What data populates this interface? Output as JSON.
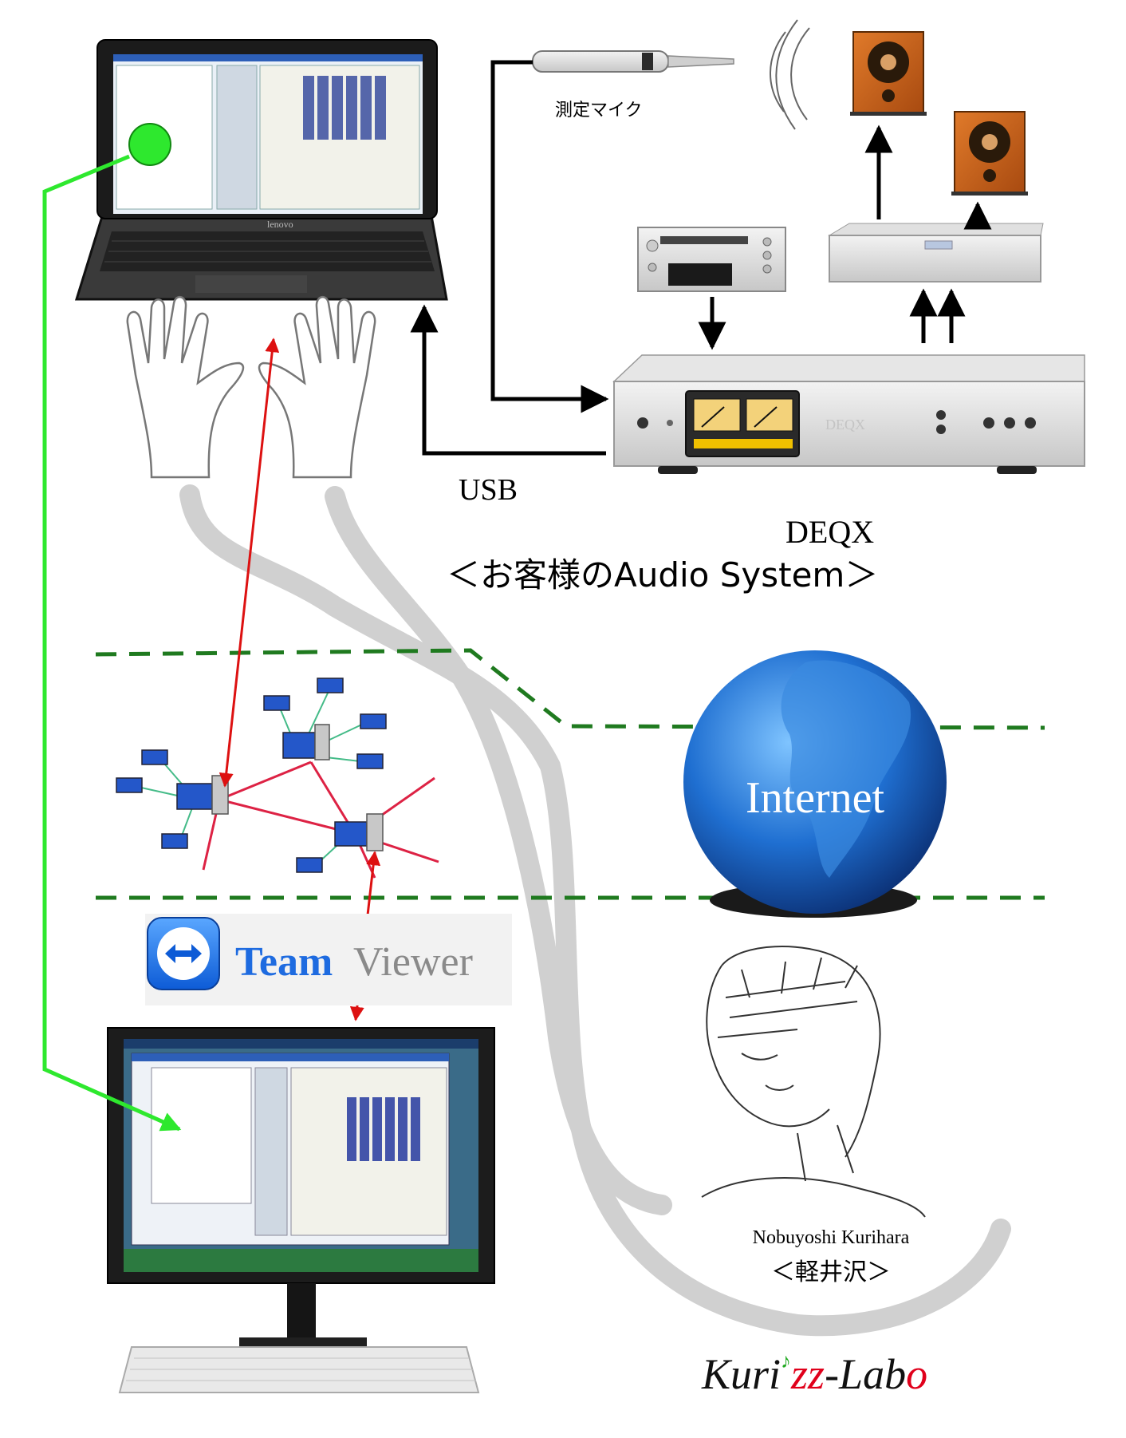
{
  "labels": {
    "mic": "測定マイク",
    "usb": "USB",
    "deqx": "DEQX",
    "system": "＜お客様のAudio System＞",
    "internet": "Internet",
    "teamviewer_team": "Team",
    "teamviewer_viewer": "Viewer",
    "person_name": "Nobuyoshi Kurihara",
    "location": "＜軽井沢＞",
    "logo": {
      "kuri": "Kuri",
      "note": "♪",
      "zz": "zz",
      "dash_lab": "-Lab",
      "o": "o"
    },
    "laptop_brand": "lenovo",
    "device_brand": "DEQX"
  },
  "colors": {
    "green_link": "#2ee82e",
    "red_link": "#dd1111",
    "dashed_boundary": "#1f7a1f",
    "logo_dark": "#111111",
    "logo_red": "#e0001b",
    "logo_green": "#22aa22"
  },
  "icons": {
    "hands": "hands-icon",
    "globe": "globe-icon",
    "teamviewer": "teamviewer-logo-icon",
    "speaker": "speaker-icon",
    "microphone": "microphone-icon",
    "cd_player": "cd-player-icon",
    "amplifier": "amplifier-icon",
    "network": "network-icon",
    "person": "person-sketch-icon"
  }
}
